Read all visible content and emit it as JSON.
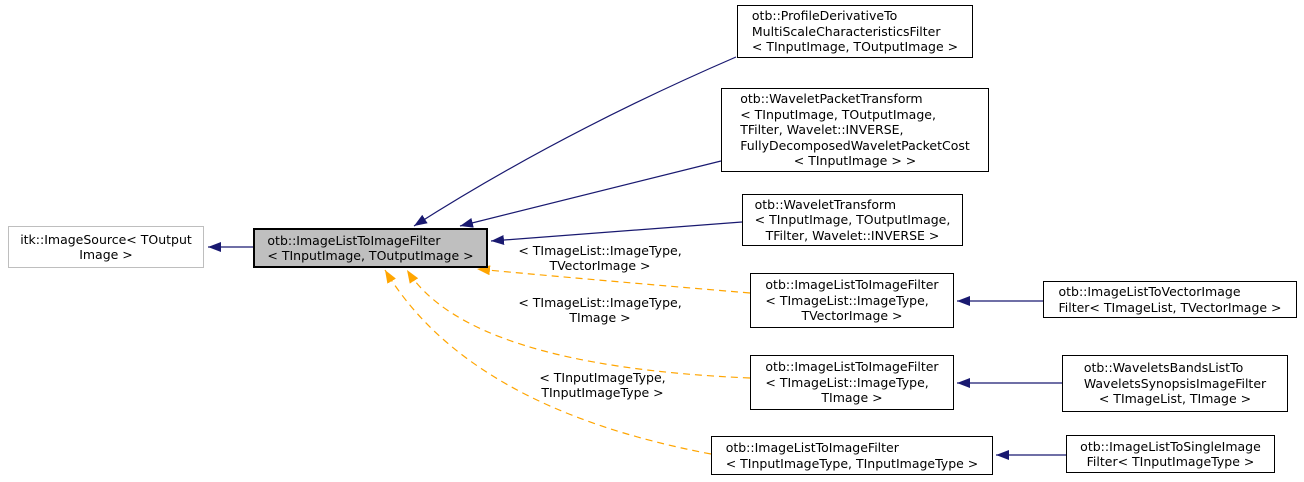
{
  "diagram_type": "class-inheritance-graph",
  "nodes": {
    "itk_image_source": {
      "lines": [
        "itk::ImageSource< TOutput",
        "Image >"
      ],
      "role": "external-base-class"
    },
    "main": {
      "lines": [
        "otb::ImageListToImageFilter",
        "< TInputImage, TOutputImage >"
      ],
      "role": "current-class"
    },
    "profile_derivative": {
      "lines": [
        "otb::ProfileDerivativeTo",
        "MultiScaleCharacteristicsFilter",
        "< TInputImage, TOutputImage >"
      ],
      "role": "derived-class"
    },
    "wavelet_packet_transform": {
      "lines": [
        "otb::WaveletPacketTransform",
        "< TInputImage, TOutputImage,",
        "TFilter, Wavelet::INVERSE,",
        "FullyDecomposedWaveletPacketCost",
        "< TInputImage > >"
      ],
      "role": "derived-class"
    },
    "wavelet_transform": {
      "lines": [
        "otb::WaveletTransform",
        "< TInputImage, TOutputImage,",
        "TFilter, Wavelet::INVERSE >"
      ],
      "role": "derived-class"
    },
    "instance_tvectorimage": {
      "lines": [
        "otb::ImageListToImageFilter",
        "< TImageList::ImageType,",
        "TVectorImage >"
      ],
      "role": "template-instance"
    },
    "image_list_to_vector_image_filter": {
      "lines": [
        "otb::ImageListToVectorImage",
        "Filter< TImageList, TVectorImage >"
      ],
      "role": "derived-class"
    },
    "instance_timage": {
      "lines": [
        "otb::ImageListToImageFilter",
        "< TImageList::ImageType,",
        "TImage >"
      ],
      "role": "template-instance"
    },
    "wavelets_bands_list": {
      "lines": [
        "otb::WaveletsBandsListTo",
        "WaveletsSynopsisImageFilter",
        "< TImageList, TImage >"
      ],
      "role": "derived-class"
    },
    "instance_tinputimagetype": {
      "lines": [
        "otb::ImageListToImageFilter",
        "< TInputImageType, TInputImageType >"
      ],
      "role": "template-instance"
    },
    "image_list_to_single_image_filter": {
      "lines": [
        "otb::ImageListToSingleImage",
        "Filter< TInputImageType >"
      ],
      "role": "derived-class"
    }
  },
  "edge_labels": {
    "tvector": {
      "lines": [
        "< TImageList::ImageType,",
        "TVectorImage >"
      ]
    },
    "timage": {
      "lines": [
        "< TImageList::ImageType,",
        "TImage >"
      ]
    },
    "tinput": {
      "lines": [
        "< TInputImageType,",
        "TInputImageType >"
      ]
    }
  },
  "edges": [
    {
      "from": "main",
      "to": "itk_image_source",
      "type": "public-inheritance"
    },
    {
      "from": "profile_derivative",
      "to": "main",
      "type": "public-inheritance"
    },
    {
      "from": "wavelet_packet_transform",
      "to": "main",
      "type": "public-inheritance"
    },
    {
      "from": "wavelet_transform",
      "to": "main",
      "type": "public-inheritance"
    },
    {
      "from": "instance_tvectorimage",
      "to": "main",
      "type": "template-instance",
      "label": "< TImageList::ImageType, TVectorImage >"
    },
    {
      "from": "instance_timage",
      "to": "main",
      "type": "template-instance",
      "label": "< TImageList::ImageType, TImage >"
    },
    {
      "from": "instance_tinputimagetype",
      "to": "main",
      "type": "template-instance",
      "label": "< TInputImageType, TInputImageType >"
    },
    {
      "from": "image_list_to_vector_image_filter",
      "to": "instance_tvectorimage",
      "type": "public-inheritance"
    },
    {
      "from": "wavelets_bands_list",
      "to": "instance_timage",
      "type": "public-inheritance"
    },
    {
      "from": "image_list_to_single_image_filter",
      "to": "instance_tinputimagetype",
      "type": "public-inheritance"
    }
  ],
  "colors": {
    "inheritance_arrow": "#191970",
    "template_arrow": "#ffa500",
    "current_node_fill": "#bfbfbf",
    "node_fill": "#ffffff",
    "node_border": "#000000",
    "external_node_border": "#bebebe",
    "text": "#000000",
    "background": "#ffffff"
  }
}
